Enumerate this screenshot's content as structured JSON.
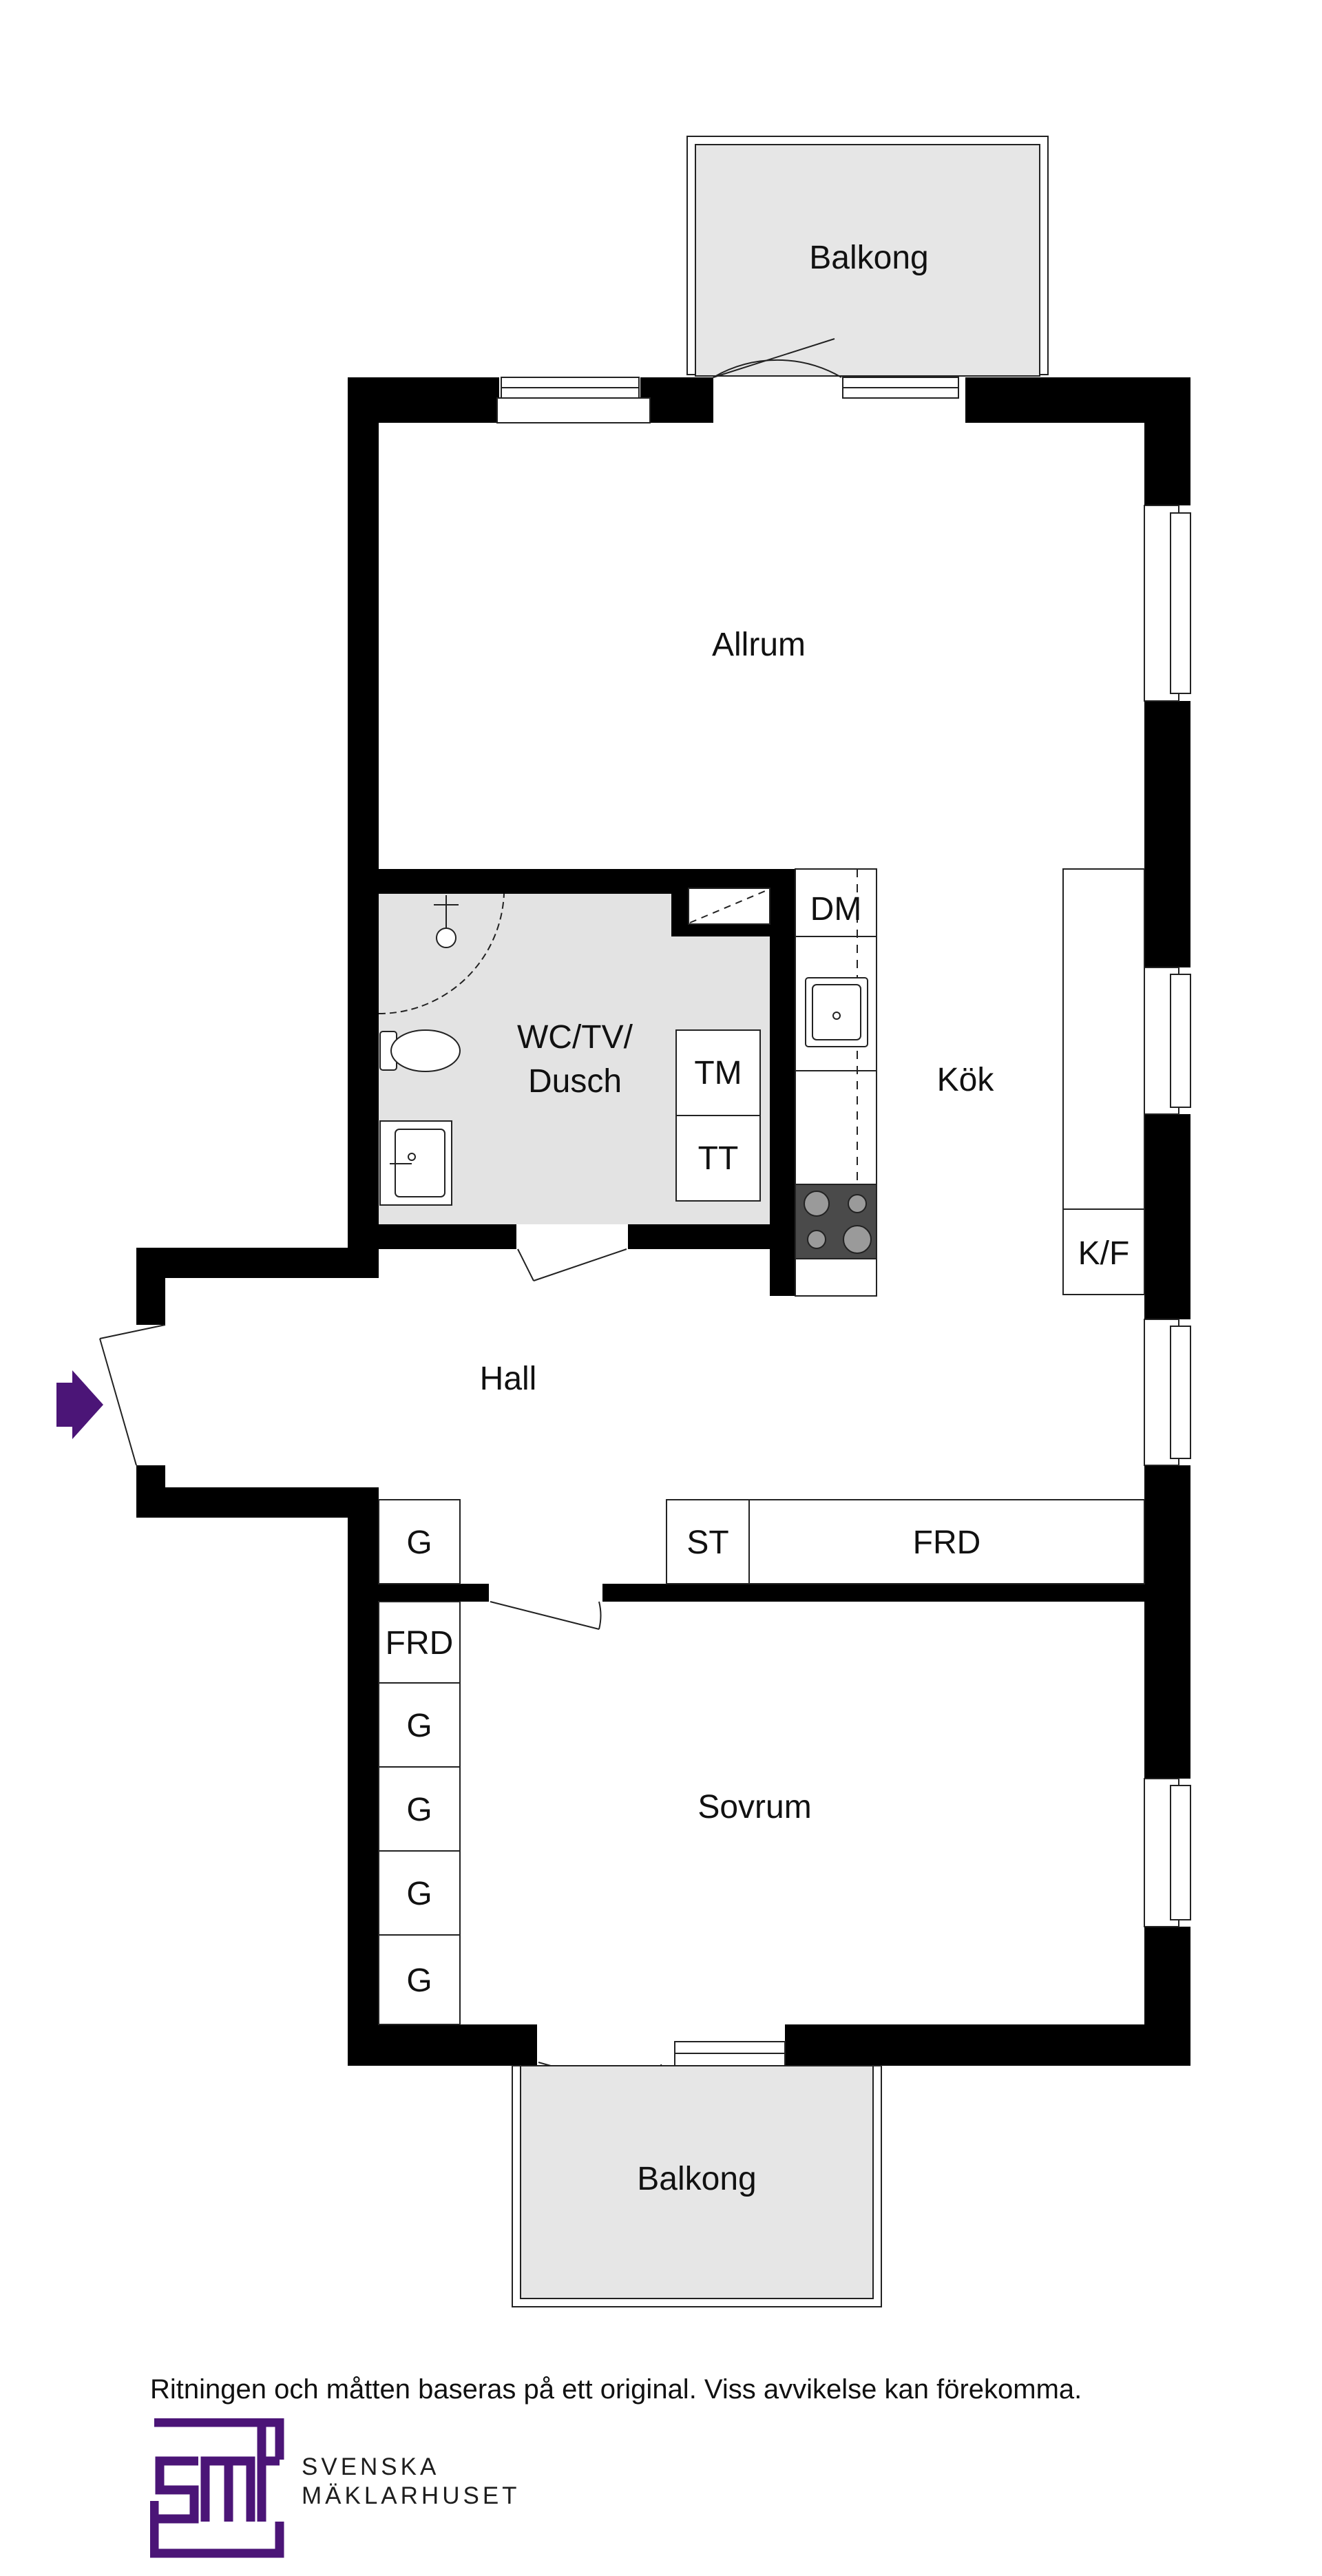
{
  "rooms": {
    "balcony_top": "Balkong",
    "living": "Allrum",
    "bathroom_line1": "WC/TV/",
    "bathroom_line2": "Dusch",
    "kitchen": "Kök",
    "hall": "Hall",
    "bedroom": "Sovrum",
    "balcony_bottom": "Balkong"
  },
  "fixtures": {
    "dishwasher": "DM",
    "washing_machine": "TM",
    "dryer": "TT",
    "fridge_freezer": "K/F",
    "storage": "ST",
    "hall_frd": "FRD",
    "hall_wardrobe": "G",
    "bedroom_frd": "FRD",
    "bedroom_wardrobes": [
      "G",
      "G",
      "G",
      "G"
    ]
  },
  "entrance_arrow_color": "#4b1577",
  "disclaimer": "Ritningen och måtten baseras på ett original. Viss avvikelse kan förekomma.",
  "logo": {
    "mark": "smh",
    "line1": "SVENSKA",
    "line2": "MÄKLARHUSET",
    "color": "#4b1577"
  }
}
